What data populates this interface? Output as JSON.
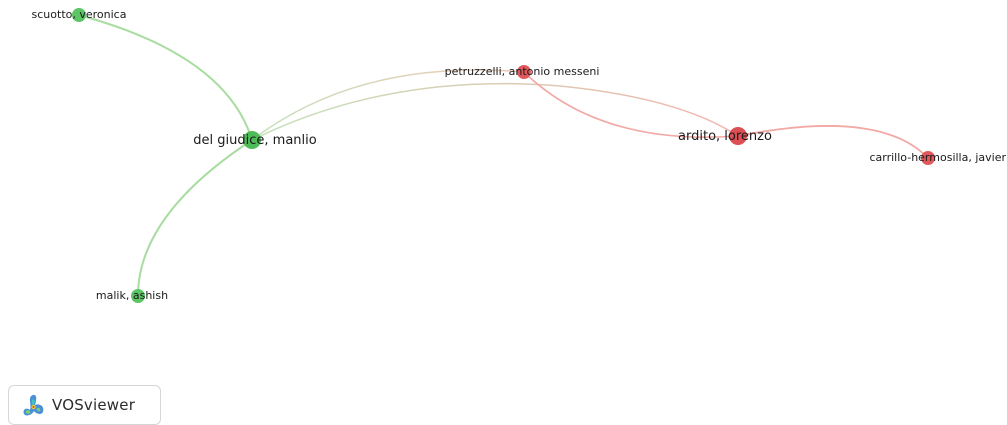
{
  "network": {
    "nodes": [
      {
        "id": "scuotto",
        "label": "scuotto, veronica",
        "cluster": "green"
      },
      {
        "id": "delgiudice",
        "label": "del giudice, manlio",
        "cluster": "green"
      },
      {
        "id": "malik",
        "label": "malik, ashish",
        "cluster": "green"
      },
      {
        "id": "petruzzelli",
        "label": "petruzzelli, antonio messeni",
        "cluster": "red"
      },
      {
        "id": "ardito",
        "label": "ardito, lorenzo",
        "cluster": "red"
      },
      {
        "id": "carrillo",
        "label": "carrillo-hermosilla, javier",
        "cluster": "red"
      }
    ],
    "links": [
      {
        "source": "scuotto",
        "target": "delgiudice"
      },
      {
        "source": "delgiudice",
        "target": "malik"
      },
      {
        "source": "delgiudice",
        "target": "petruzzelli"
      },
      {
        "source": "delgiudice",
        "target": "ardito"
      },
      {
        "source": "petruzzelli",
        "target": "ardito"
      },
      {
        "source": "ardito",
        "target": "carrillo"
      }
    ],
    "colors": {
      "green_node": "#5cc565",
      "red_node": "#e0585c",
      "green_link": "#a8dca0",
      "red_link": "#f2a8a4"
    }
  },
  "brand": {
    "label": "VOSviewer",
    "logo_icon": "vosviewer-logo-icon"
  }
}
